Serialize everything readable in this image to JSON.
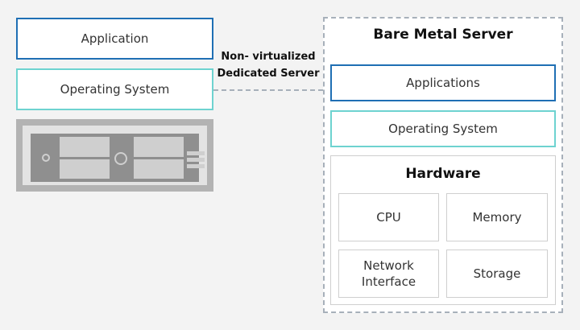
{
  "left_stack": {
    "application": "Application",
    "operating_system": "Operating System"
  },
  "connector_label": "Non- virtualized\nDedicated Server",
  "bare_metal": {
    "title": "Bare Metal Server",
    "applications": "Applications",
    "operating_system": "Operating System",
    "hardware": {
      "title": "Hardware",
      "cpu": "CPU",
      "memory": "Memory",
      "network_interface": "Network\nInterface",
      "storage": "Storage"
    }
  },
  "colors": {
    "application_border": "#1f6fb4",
    "os_border": "#6ed3d0",
    "dashed_line": "#a7b0ba",
    "background": "#f3f3f3"
  }
}
